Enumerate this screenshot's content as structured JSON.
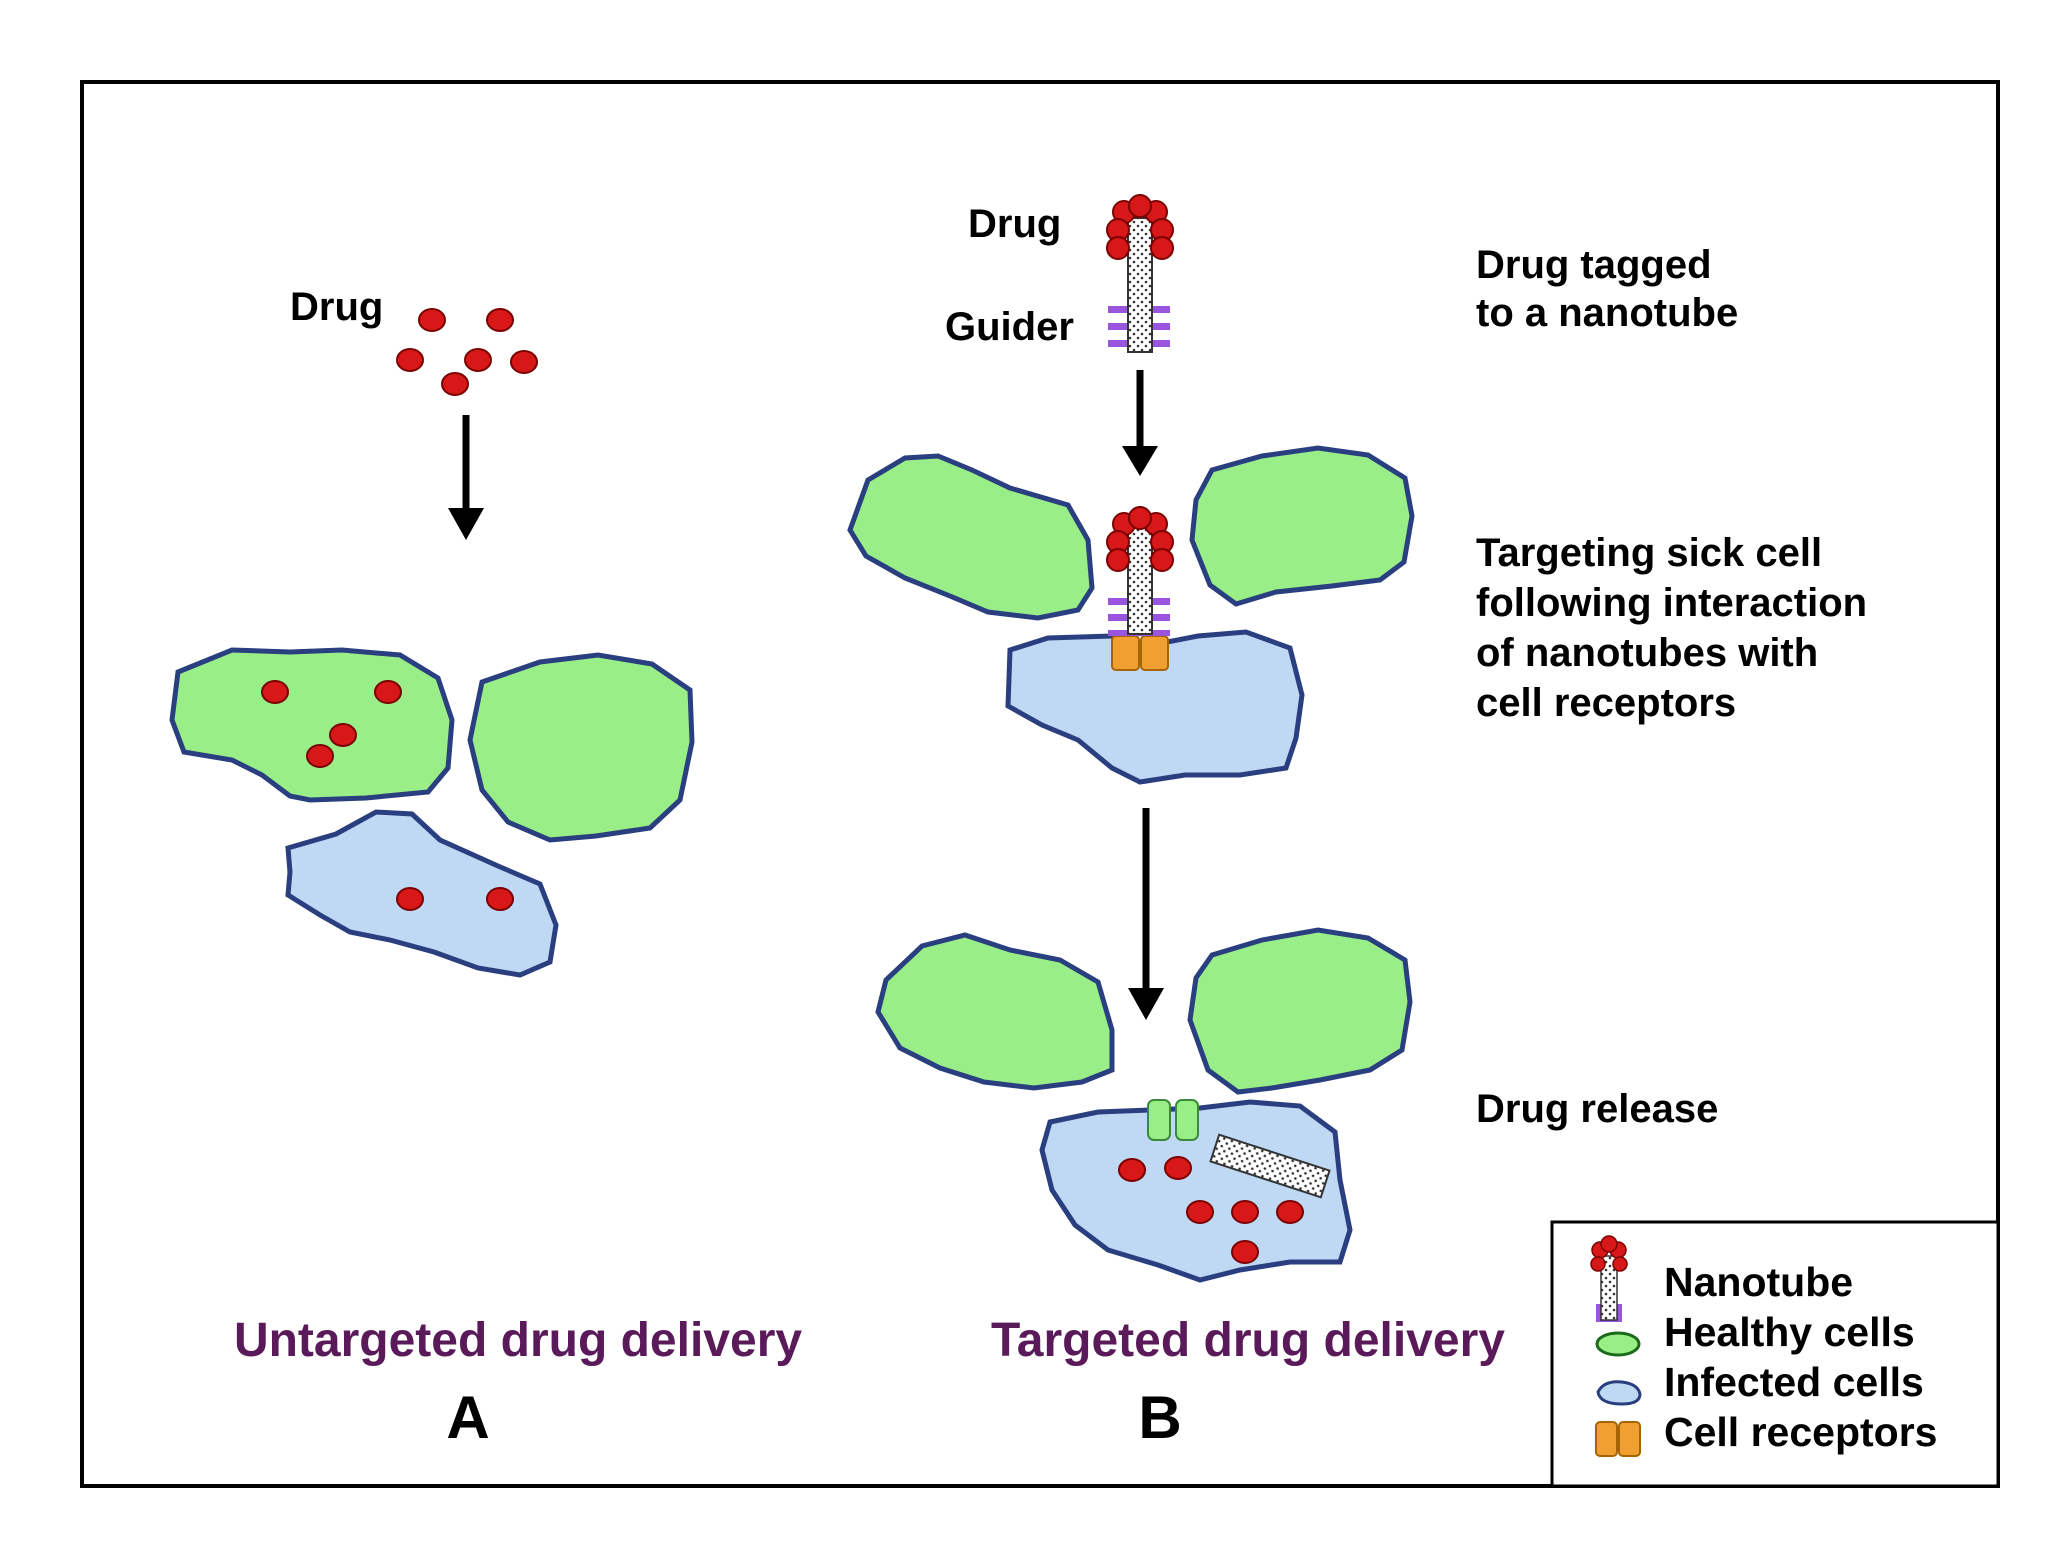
{
  "panel_a": {
    "drug_label": "Drug",
    "caption": "Untargeted drug delivery",
    "letter": "A"
  },
  "panel_b": {
    "drug_label": "Drug",
    "guider_label": "Guider",
    "caption": "Targeted drug delivery",
    "letter": "B"
  },
  "steps": {
    "step1_line1": "Drug tagged",
    "step1_line2": "to a nanotube",
    "step2_line1": "Targeting sick cell",
    "step2_line2": "following interaction",
    "step2_line3": "of nanotubes with",
    "step2_line4": "cell receptors",
    "step3": "Drug release"
  },
  "legend": {
    "nanotube": "Nanotube",
    "healthy": "Healthy cells",
    "infected": "Infected cells",
    "receptors": "Cell receptors"
  },
  "colors": {
    "healthy_fill": "#99ee88",
    "infected_fill": "#bfd8f4",
    "cell_outline": "#2a3f80",
    "drug": "#d81818",
    "guider": "#9955dd",
    "receptor": "#f0a030",
    "caption": "#5a1a5a"
  }
}
